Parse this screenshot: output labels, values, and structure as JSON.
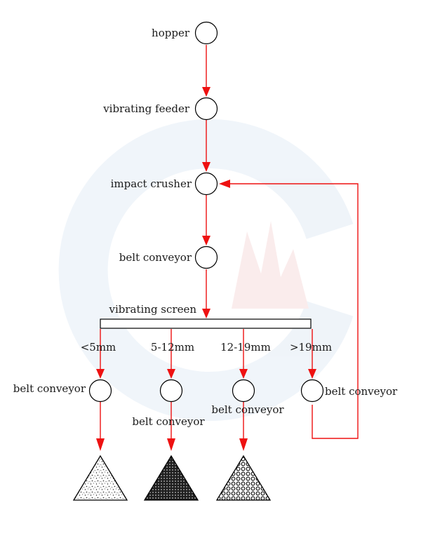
{
  "colors": {
    "flow": "#ee1111",
    "node_stroke": "#000000",
    "watermark": "#d7e4f0"
  },
  "nodes": {
    "hopper": "hopper",
    "vibrating_feeder": "vibrating feeder",
    "impact_crusher": "impact crusher",
    "belt_conveyor_main": "belt conveyor",
    "vibrating_screen": "vibrating screen",
    "belt_conveyor_1": "belt conveyor",
    "belt_conveyor_2": "belt conveyor",
    "belt_conveyor_3": "belt conveyor",
    "belt_conveyor_4": "belt conveyor"
  },
  "size_classes": {
    "lt5": "<5mm",
    "s5_12": "5-12mm",
    "s12_19": "12-19mm",
    "gt19": ">19mm"
  }
}
